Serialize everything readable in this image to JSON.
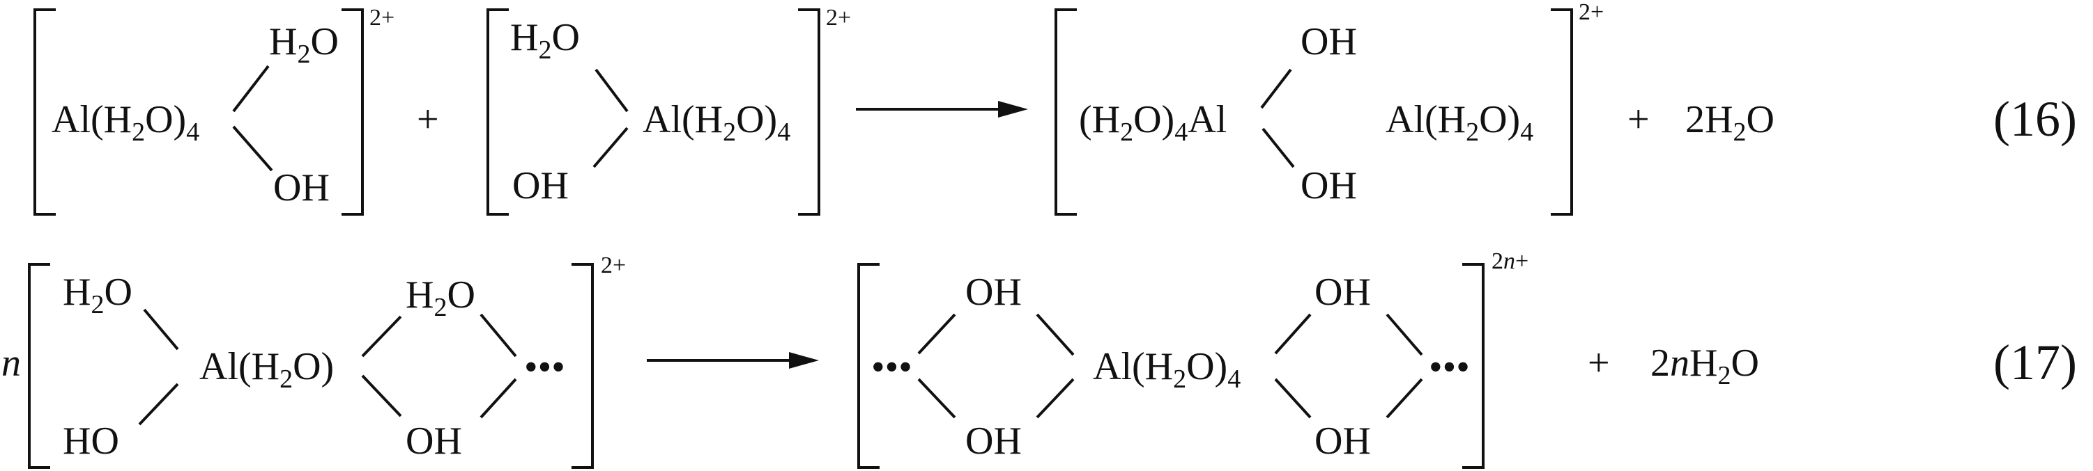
{
  "equation_16": {
    "number": "(16)",
    "reactant_a": {
      "group_left": "Al(H",
      "group_left_sub": "2",
      "group_left_mid": "O)",
      "group_left_sub2": "4",
      "top": "H",
      "top_sub": "2",
      "top_end": "O",
      "bottom": "OH",
      "charge": "2+"
    },
    "plus_1": "+",
    "reactant_b": {
      "top": "H",
      "top_sub": "2",
      "top_end": "O",
      "bottom": "OH",
      "group_right": "Al(H",
      "group_right_sub": "2",
      "group_right_mid": "O)",
      "group_right_sub2": "4",
      "charge": "2+"
    },
    "product": {
      "group_left": "(H",
      "group_left_sub": "2",
      "group_left_mid": "O)",
      "group_left_sub2": "4",
      "group_left_end": "Al",
      "top": "OH",
      "bottom": "OH",
      "group_right": "Al(H",
      "group_right_sub": "2",
      "group_right_mid": "O)",
      "group_right_sub2": "4",
      "charge": "2+"
    },
    "plus_2": "+",
    "water": {
      "coef": "2H",
      "sub": "2",
      "end": "O"
    }
  },
  "equation_17": {
    "number": "(17)",
    "n": "n",
    "reactant": {
      "top_left": "H",
      "top_left_sub": "2",
      "top_left_end": "O",
      "bottom_left": "HO",
      "center": "Al(H",
      "center_sub": "2",
      "center_end": "O)",
      "top_right": "H",
      "top_right_sub": "2",
      "top_right_end": "O",
      "bottom_right": "OH",
      "dots": "•••",
      "charge": "2+"
    },
    "product": {
      "dots_left": "•••",
      "top_left": "OH",
      "bottom_left": "OH",
      "center": "Al(H",
      "center_sub": "2",
      "center_mid": "O)",
      "center_sub2": "4",
      "top_right": "OH",
      "bottom_right": "OH",
      "dots_right": "•••",
      "charge_num": "2",
      "charge_n": "n",
      "charge_sign": "+"
    },
    "plus": "+",
    "water": {
      "coef": "2",
      "n": "n",
      "h": "H",
      "sub": "2",
      "end": "O"
    }
  }
}
